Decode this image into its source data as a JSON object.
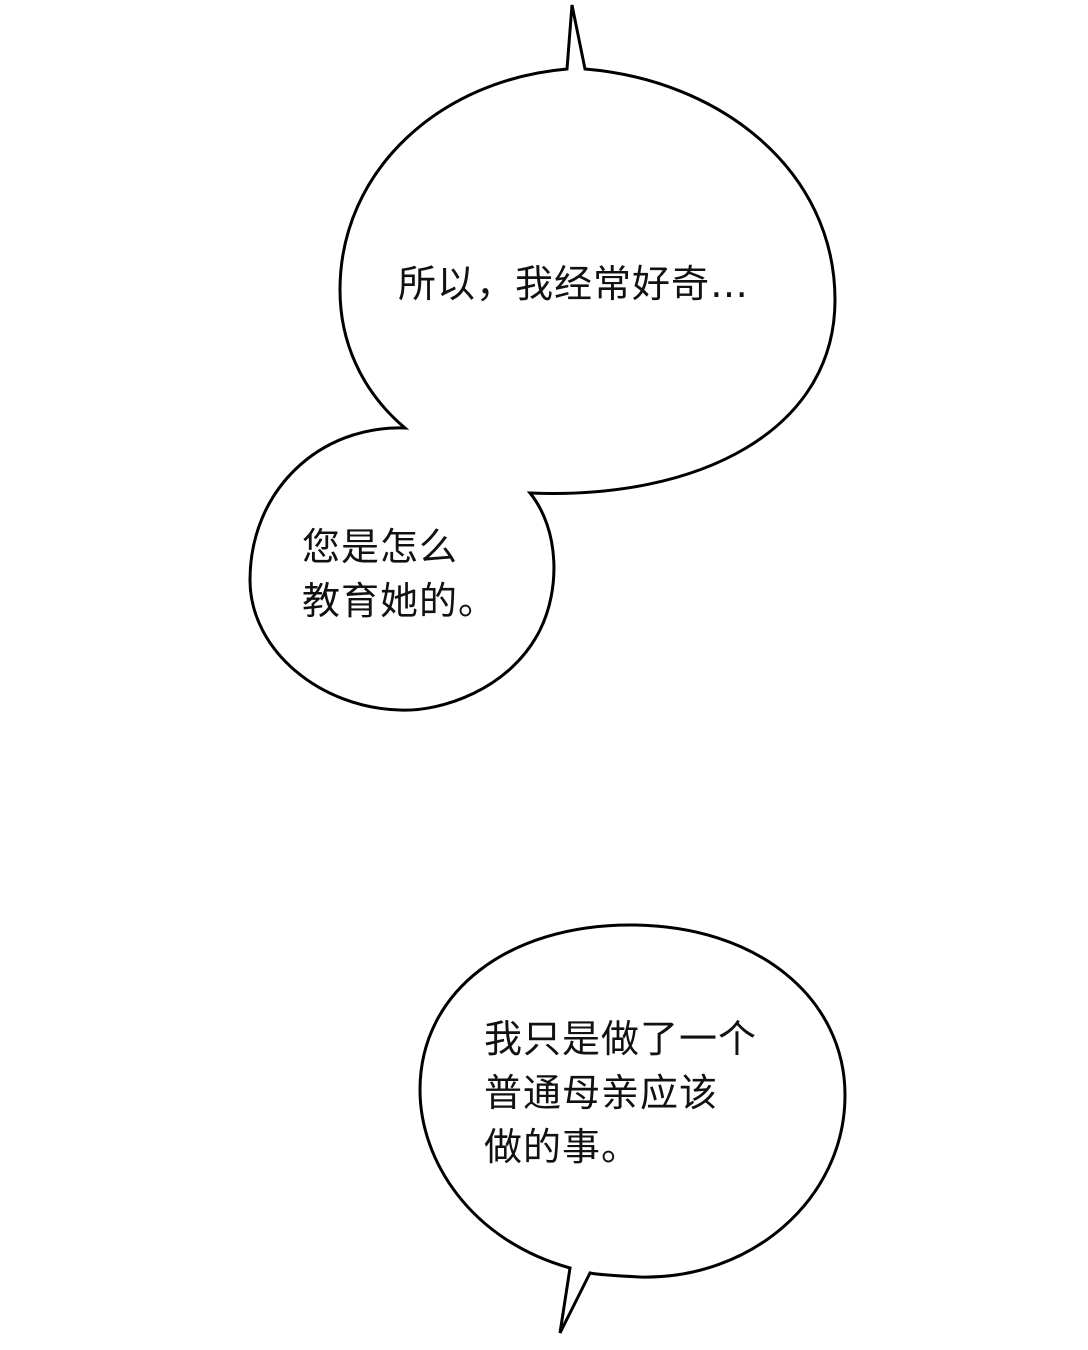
{
  "panel": {
    "background": "#ffffff",
    "stroke_color": "#000000"
  },
  "bubbles": [
    {
      "id": "bubble-top",
      "tail": "up",
      "lines": [
        "所以，我经常好奇…"
      ]
    },
    {
      "id": "bubble-left",
      "tail": "none",
      "lines": [
        "您是怎么",
        "教育她的。"
      ]
    },
    {
      "id": "bubble-bottom",
      "tail": "down",
      "lines": [
        "我只是做了一个",
        "普通母亲应该",
        "做的事。"
      ]
    }
  ]
}
